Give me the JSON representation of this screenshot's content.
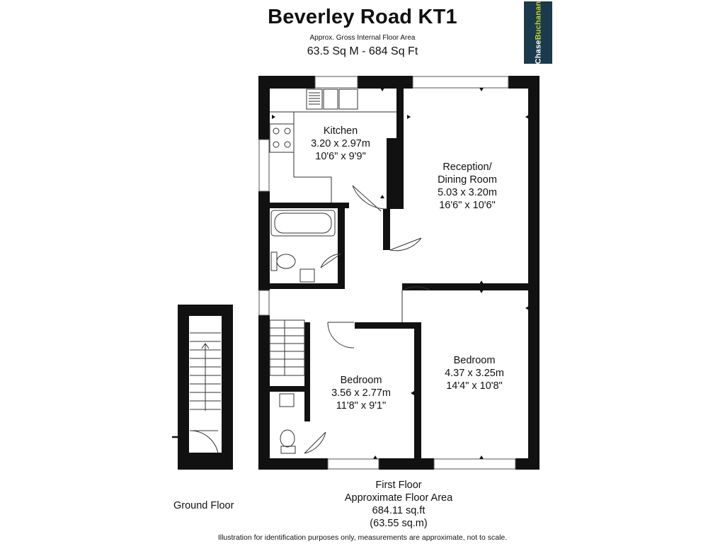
{
  "header": {
    "title": "Beverley Road KT1",
    "subtitle": "Approx. Gross Internal Floor Area",
    "area": "63.5 Sq M - 684 Sq Ft"
  },
  "logo": {
    "part1": "Chase",
    "part2": "Buchanan",
    "bg_color": "#1b3a4b",
    "accent_color": "#c7d42b"
  },
  "rooms": {
    "kitchen": {
      "name": "Kitchen",
      "metric": "3.20 x 2.97m",
      "imperial": "10'6\" x 9'9\""
    },
    "reception": {
      "name_line1": "Reception/",
      "name_line2": "Dining Room",
      "metric": "5.03 x 3.20m",
      "imperial": "16'6\" x 10'6\""
    },
    "bedroom_large": {
      "name": "Bedroom",
      "metric": "4.37 x 3.25m",
      "imperial": "14'4\" x 10'8\""
    },
    "bedroom_small": {
      "name": "Bedroom",
      "metric": "3.56 x 2.77m",
      "imperial": "11'8\" x 9'1\""
    }
  },
  "floors": {
    "ground": "Ground Floor",
    "first": {
      "name": "First Floor",
      "label": "Approximate Floor Area",
      "sqft": "684.11 sq.ft",
      "sqm": "(63.55 sq.m)"
    }
  },
  "disclaimer": "Illustration for identification purposes only, measurements are approximate, not to scale."
}
